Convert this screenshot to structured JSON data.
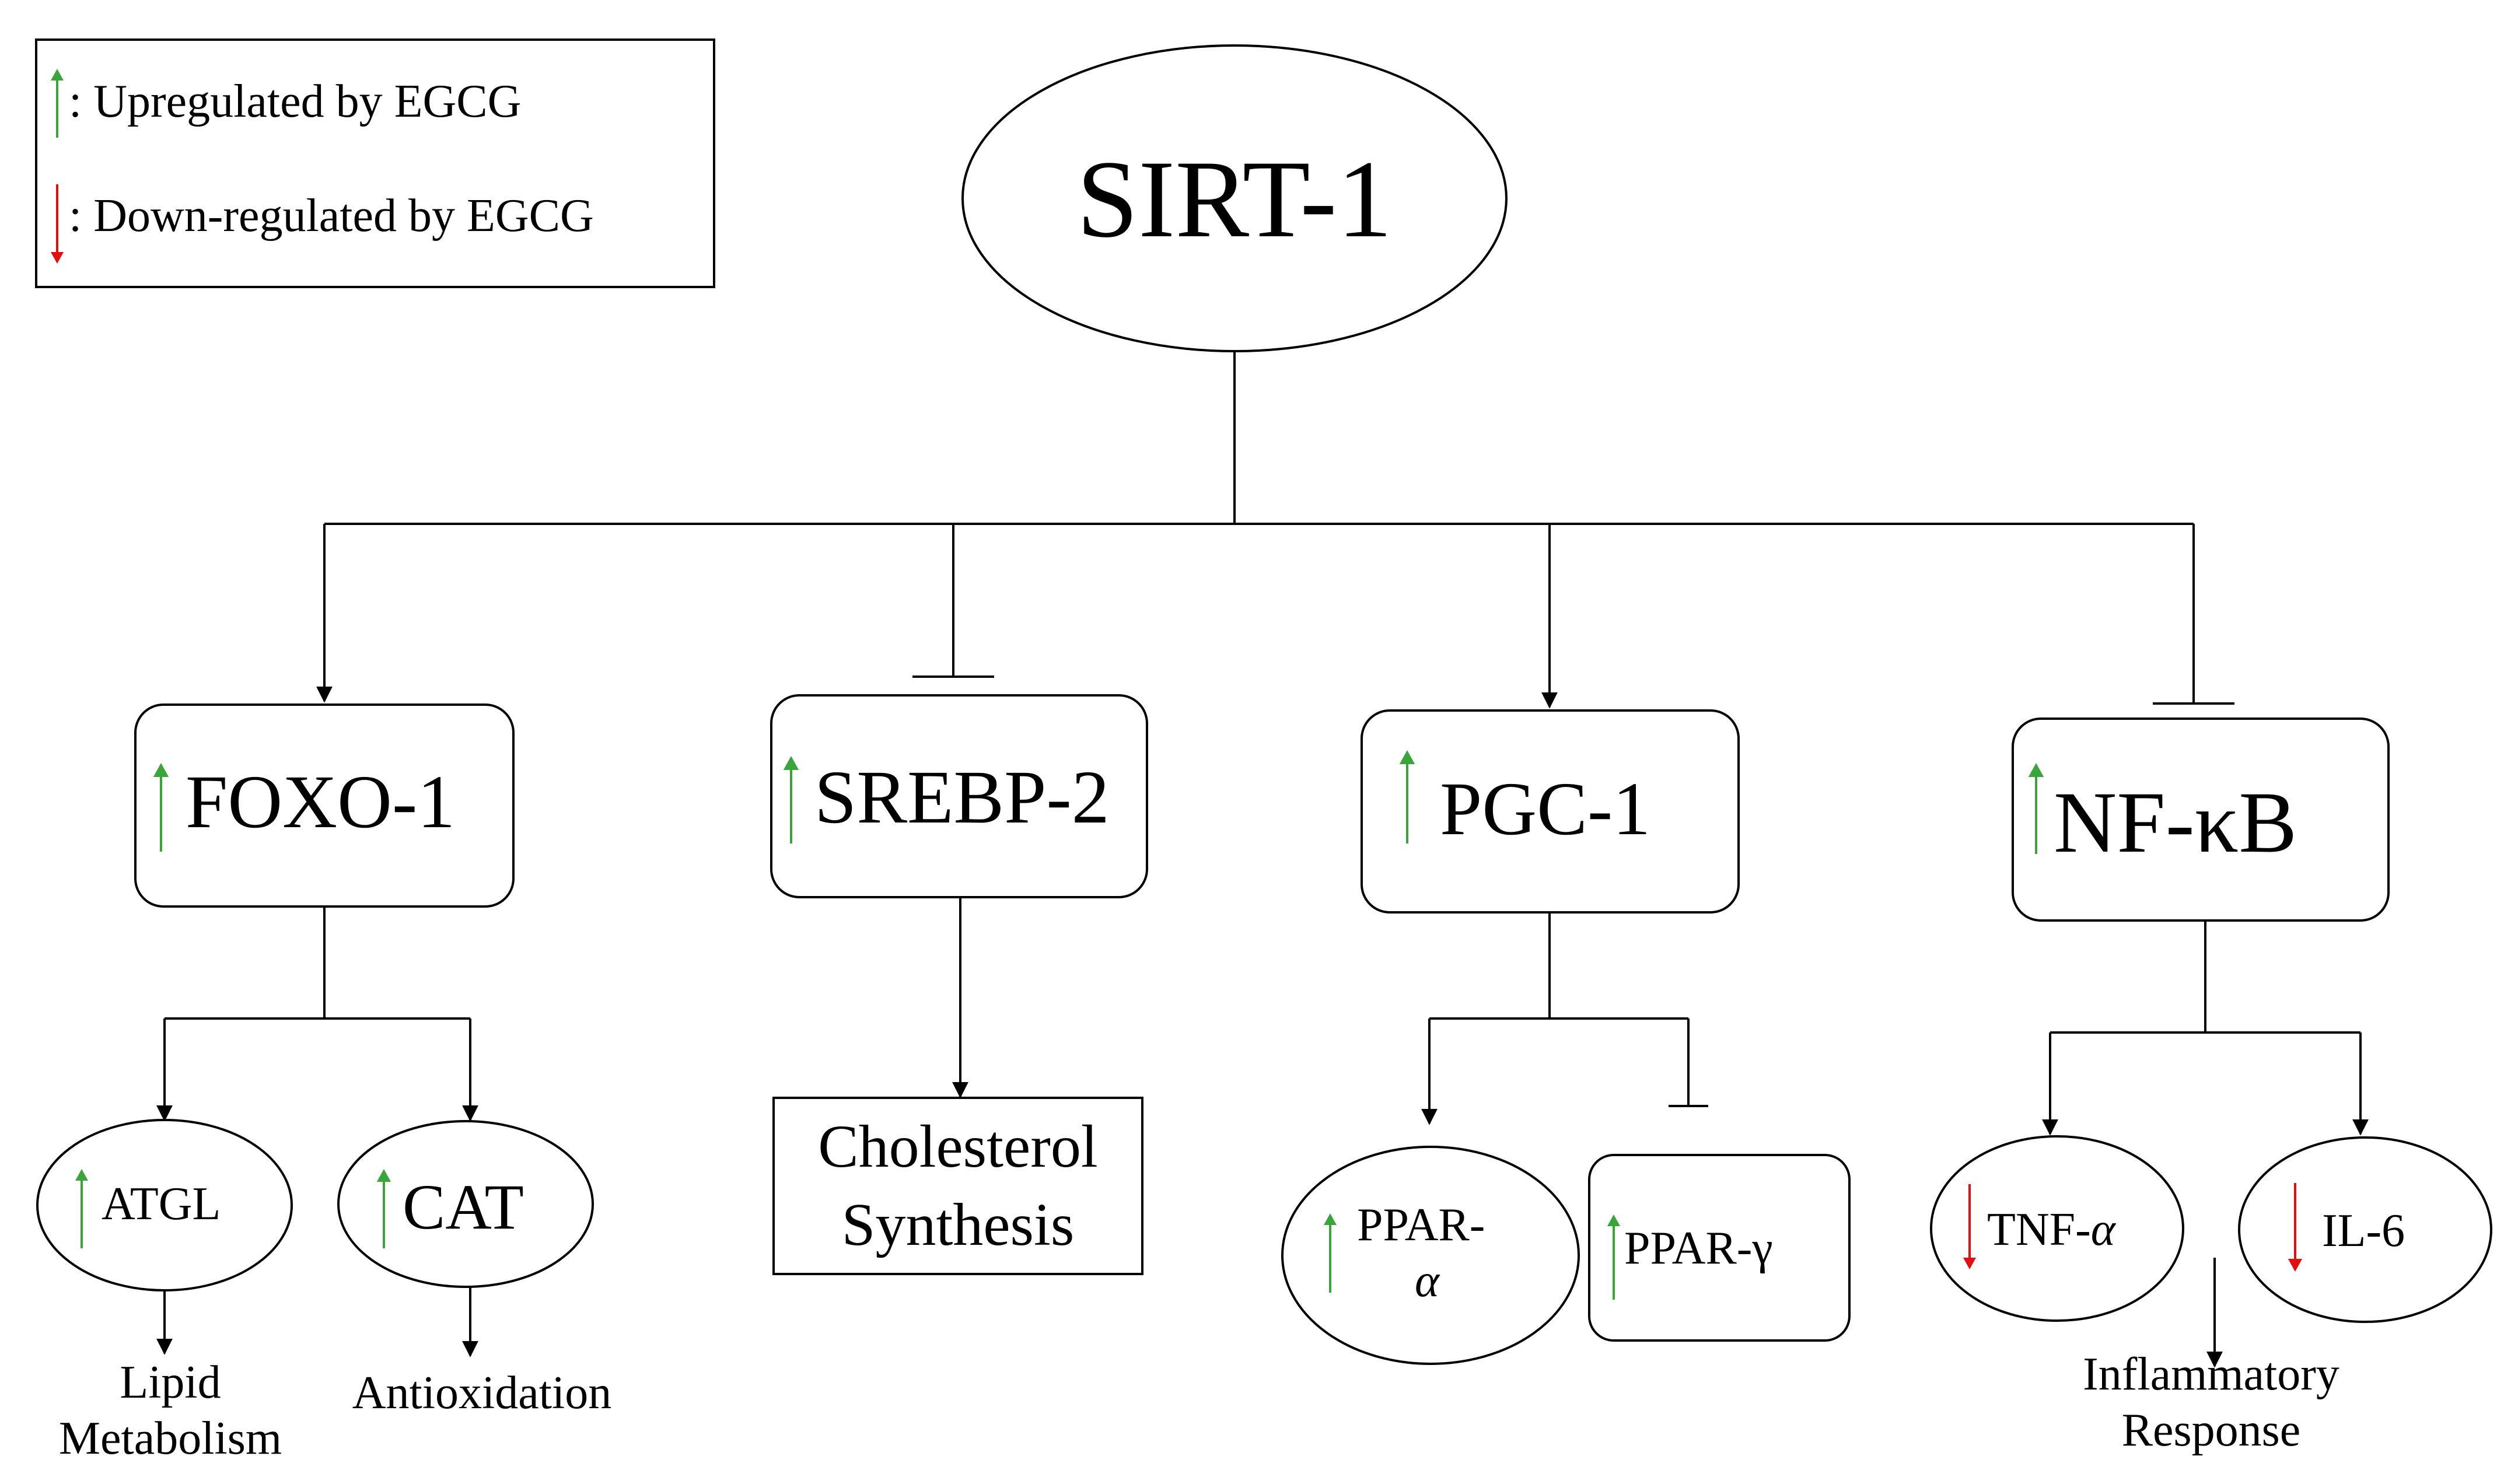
{
  "legend": {
    "up_text": ": Upregulated by EGCG",
    "down_text": ": Down-regulated by EGCG"
  },
  "colors": {
    "up_arrow": "#3aa53a",
    "down_arrow": "#e01010",
    "line": "#000000"
  },
  "root": {
    "label": "SIRT-1"
  },
  "nodes": {
    "foxo1": {
      "label": "FOXO-1",
      "regulation": "up"
    },
    "srebp2": {
      "label": "SREBP-2",
      "regulation": "up"
    },
    "pgc1": {
      "label": "PGC-1",
      "regulation": "up"
    },
    "nfkb": {
      "label": "NF-κB",
      "regulation": "up"
    }
  },
  "targets": {
    "atgl": {
      "label": "ATGL",
      "regulation": "up"
    },
    "cat": {
      "label": "CAT",
      "regulation": "up"
    },
    "cholesterol": {
      "line1": "Cholesterol",
      "line2": "Synthesis"
    },
    "ppar_alpha": {
      "line1": "PPAR-",
      "line2": "α",
      "regulation": "up"
    },
    "ppar_gamma": {
      "label": "PPAR-γ",
      "regulation": "up"
    },
    "tnf_alpha": {
      "label_prefix": "TNF-",
      "label_greek": "α",
      "regulation": "down"
    },
    "il6": {
      "label": "IL-6",
      "regulation": "down"
    }
  },
  "outcomes": {
    "lipid": {
      "line1": "Lipid",
      "line2": "Metabolism"
    },
    "antioxidation": {
      "label": "Antioxidation"
    },
    "inflammatory": {
      "line1": "Inflammatory",
      "line2": "Response"
    }
  },
  "edges": [
    {
      "from": "SIRT-1",
      "to": "FOXO-1",
      "type": "activation"
    },
    {
      "from": "SIRT-1",
      "to": "SREBP-2",
      "type": "inhibition"
    },
    {
      "from": "SIRT-1",
      "to": "PGC-1",
      "type": "activation"
    },
    {
      "from": "SIRT-1",
      "to": "NF-κB",
      "type": "inhibition"
    },
    {
      "from": "FOXO-1",
      "to": "ATGL",
      "type": "activation"
    },
    {
      "from": "FOXO-1",
      "to": "CAT",
      "type": "activation"
    },
    {
      "from": "SREBP-2",
      "to": "Cholesterol Synthesis",
      "type": "activation"
    },
    {
      "from": "PGC-1",
      "to": "PPAR-α",
      "type": "activation"
    },
    {
      "from": "PGC-1",
      "to": "PPAR-γ",
      "type": "inhibition"
    },
    {
      "from": "NF-κB",
      "to": "TNF-α",
      "type": "activation"
    },
    {
      "from": "NF-κB",
      "to": "IL-6",
      "type": "activation"
    },
    {
      "from": "ATGL",
      "to": "Lipid Metabolism",
      "type": "activation"
    },
    {
      "from": "CAT",
      "to": "Antioxidation",
      "type": "activation"
    },
    {
      "from": "TNF-α",
      "to": "Inflammatory Response",
      "type": "activation"
    }
  ]
}
